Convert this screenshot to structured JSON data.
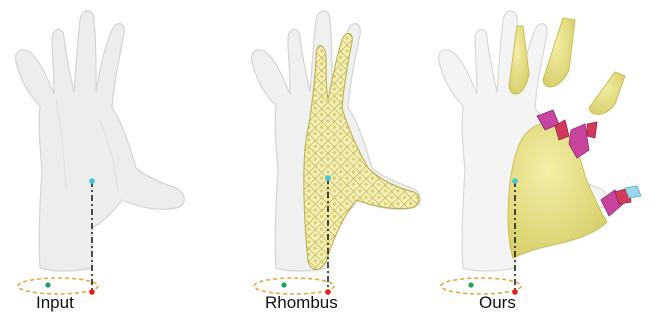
{
  "panels": [
    {
      "label": "Input"
    },
    {
      "label": "Rhombus"
    },
    {
      "label": "Ours"
    }
  ],
  "colors": {
    "mesh": "#ededed",
    "mesh_outline": "#d4d4d4",
    "yellow_solid": "#ebe68f",
    "yellow_edge": "#c9bf55",
    "magenta": "#c8449f",
    "crimson": "#d2395c",
    "cyan_tip": "#9bd7ea",
    "dot_green": "#19a15e",
    "dot_cyan": "#3ec8d8",
    "dot_red": "#e01e1e",
    "ellipse": "#e8a838",
    "axis": "#111111"
  },
  "icons": [
    "hand-mesh-icon",
    "skeleton-axis-icon"
  ]
}
